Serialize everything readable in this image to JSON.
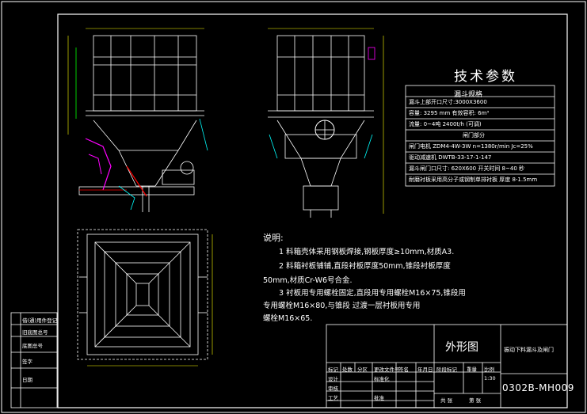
{
  "technical_params": {
    "title": "技术参数",
    "subtitle": "漏斗规格",
    "rows": [
      "漏斗上部开口尺寸:3000X3600",
      "容量: 3295 mm    有效容积: 6m³",
      "流量: 0~4吨       2400t/h (可调)",
      "闸门部分",
      "闸门电机 ZDM4-4W-3W   n=1380r/min  Jc=25%",
      "驱动减速机 DWTB-33-17-1-147",
      "漏斗闸门口尺寸: 620X600   开关时间 8~40 秒",
      "耐磨衬板采用高分子或钢制单排衬板 厚度 8-1.5mm"
    ]
  },
  "notes": {
    "title": "说明:",
    "lines": [
      "1  料箱壳体采用钢板焊接,钢板厚度≥10mm,材质A3.",
      "2  料箱衬板铺铺,直段衬板厚度50mm,锥段衬板厚度",
      "50mm,材质Cr-W6号合金.",
      "3  衬板用专用螺栓固定,直段用专用螺栓M16×75,锥段用",
      "专用螺栓M16×80,与锥段      过渡一层衬板用专用",
      "螺栓M16×65."
    ]
  },
  "title_block": {
    "drawing_title": "外形图",
    "drawing_name": "振动下料漏斗及闸门",
    "drawing_number": "0302B-MH009",
    "scale": "1:30",
    "labels": [
      "标记",
      "处数",
      "分区",
      "更改文件号",
      "签名",
      "年月日",
      "设计",
      "标准化",
      "阶段标记",
      "重量",
      "比例",
      "审核",
      "工艺",
      "批准",
      "共  张",
      "第  张"
    ]
  },
  "side_column": {
    "labels": [
      "借(通)用件登记",
      "旧底图总号",
      "底图总号",
      "签字",
      "日期"
    ]
  }
}
